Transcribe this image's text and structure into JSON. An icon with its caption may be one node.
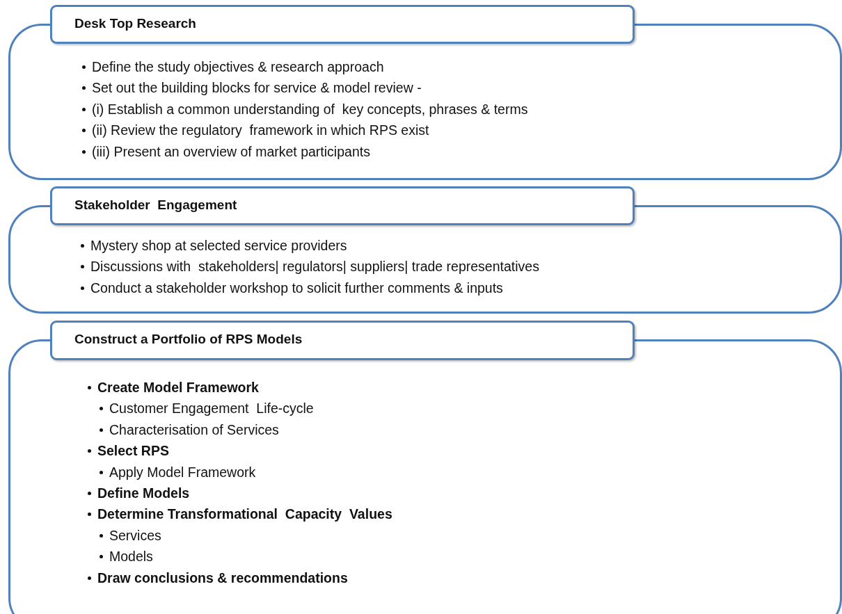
{
  "diagram": {
    "nodes": [
      {
        "text": [
          "Desk Top Research"
        ]
      },
      {
        "text": [
          "Define the study objectives & research approach",
          "Set out the building blocks for service & model review -",
          "(i) Establish a common understanding of  key concepts, phrases & terms",
          "(ii) Review the regulatory  framework in which RPS exist",
          "(iii) Present an overview of market participants"
        ]
      },
      {
        "text": [
          "Stakeholder  Engagement"
        ]
      },
      {
        "text": [
          "Mystery shop at selected service providers",
          "Discussions with  stakeholders| regulators| suppliers| trade representatives",
          "Conduct a stakeholder workshop to solicit further comments & inputs"
        ]
      },
      {
        "text": [
          "Construct a Portfolio of RPS Models"
        ]
      },
      {
        "text": [
          "Create Model Framework",
          "Customer Engagement  Life-cycle",
          "Characterisation of Services",
          "Select RPS",
          "Apply Model Framework",
          "Define Models",
          "Determine Transformational  Capacity  Values",
          "Services",
          "Models",
          "Draw conclusions & recommendations"
        ]
      }
    ]
  }
}
